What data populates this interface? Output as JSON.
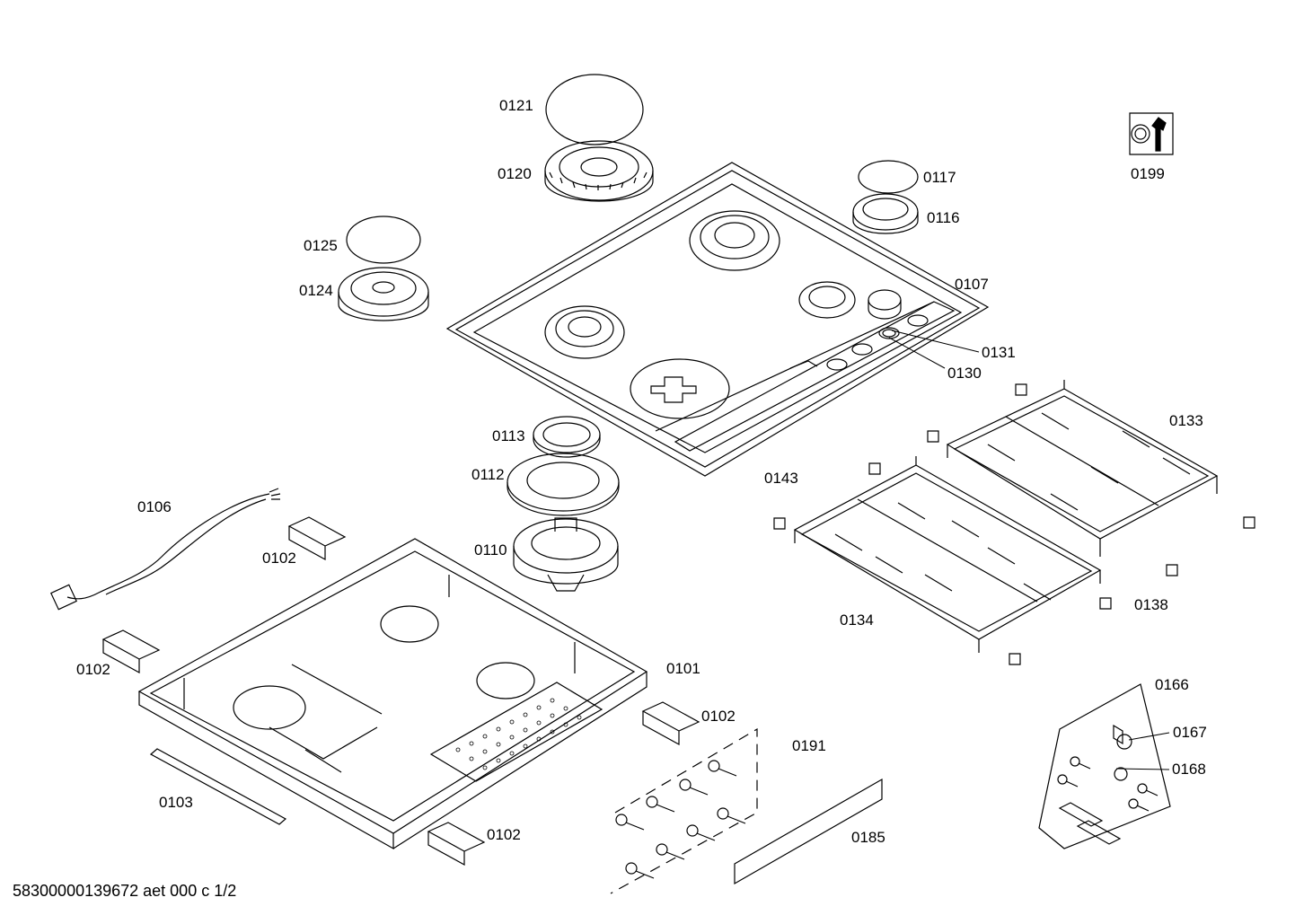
{
  "document_code": "58300000139672 aet 000 c 1/2",
  "labels": {
    "p0121": "0121",
    "p0120": "0120",
    "p0117": "0117",
    "p0116": "0116",
    "p0125": "0125",
    "p0124": "0124",
    "p0107": "0107",
    "p0131": "0131",
    "p0130": "0130",
    "p0199": "0199",
    "p0113": "0113",
    "p0112": "0112",
    "p0110": "0110",
    "p0143": "0143",
    "p0133": "0133",
    "p0106": "0106",
    "p0102a": "0102",
    "p0102b": "0102",
    "p0102c": "0102",
    "p0102d": "0102",
    "p0134": "0134",
    "p0138": "0138",
    "p0101": "0101",
    "p0191": "0191",
    "p0166": "0166",
    "p0167": "0167",
    "p0168": "0168",
    "p0103": "0103",
    "p0185": "0185"
  },
  "colors": {
    "line": "#000000",
    "background": "#ffffff"
  },
  "icons": {
    "service_tool": "wrench-nut-icon"
  }
}
